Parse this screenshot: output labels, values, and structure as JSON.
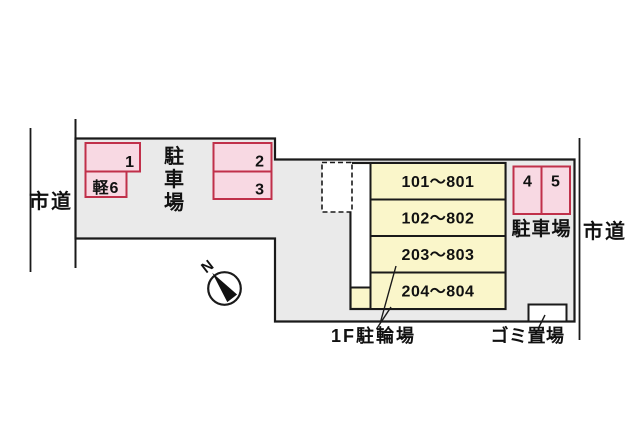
{
  "plot": {
    "road_left_label": "市道",
    "road_right_label": "市道"
  },
  "parking_left": {
    "area_label_chars": [
      "駐",
      "車",
      "場"
    ],
    "space_1": "1",
    "space_kei": "軽6",
    "space_2": "2",
    "space_3": "3"
  },
  "parking_right": {
    "area_label": "駐車場",
    "space_4": "4",
    "space_5": "5"
  },
  "building": {
    "unit_row_1": "101〜801",
    "unit_row_2": "102〜802",
    "unit_row_3": "203〜803",
    "unit_row_4": "204〜804"
  },
  "annotations": {
    "bicycle_parking": "1F駐輪場",
    "garbage_area": "ゴミ置場",
    "compass_north": "N"
  },
  "colors": {
    "plot_fill": "#eaeaea",
    "parking_fill": "#f8d9e3",
    "parking_border": "#c0304a",
    "building_fill": "#faf6ca",
    "line": "#1a1a1a"
  }
}
